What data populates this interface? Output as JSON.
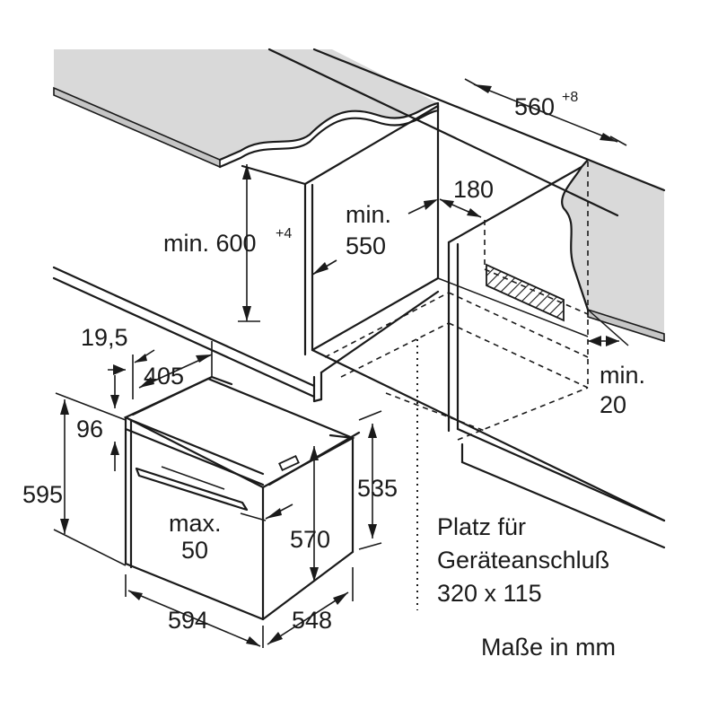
{
  "colors": {
    "line": "#1a1a1a",
    "worktop": "#d9d9d9",
    "worktop_edge": "#c6c6c6",
    "background": "#ffffff"
  },
  "labels": {
    "cabinet_width_value": "560",
    "cabinet_width_sup": "+8",
    "niche_height_prefix": "min. 600",
    "niche_height_sup": "+4",
    "min_depth_line1": "min.",
    "min_depth_line2": "550",
    "vent_depth": "180",
    "gap_line1": "min.",
    "gap_line2": "20",
    "panel_thickness": "19,5",
    "rail_depth": "405",
    "top_offset": "96",
    "front_height": "595",
    "max_handle_line1": "max.",
    "max_handle_line2": "50",
    "body_height_outer": "535",
    "body_height_inner": "570",
    "front_width": "594",
    "body_depth": "548",
    "connection_line1": "Platz für",
    "connection_line2": "Geräteanschluß",
    "connection_line3": "320 x 115",
    "units_note": "Maße in mm"
  }
}
